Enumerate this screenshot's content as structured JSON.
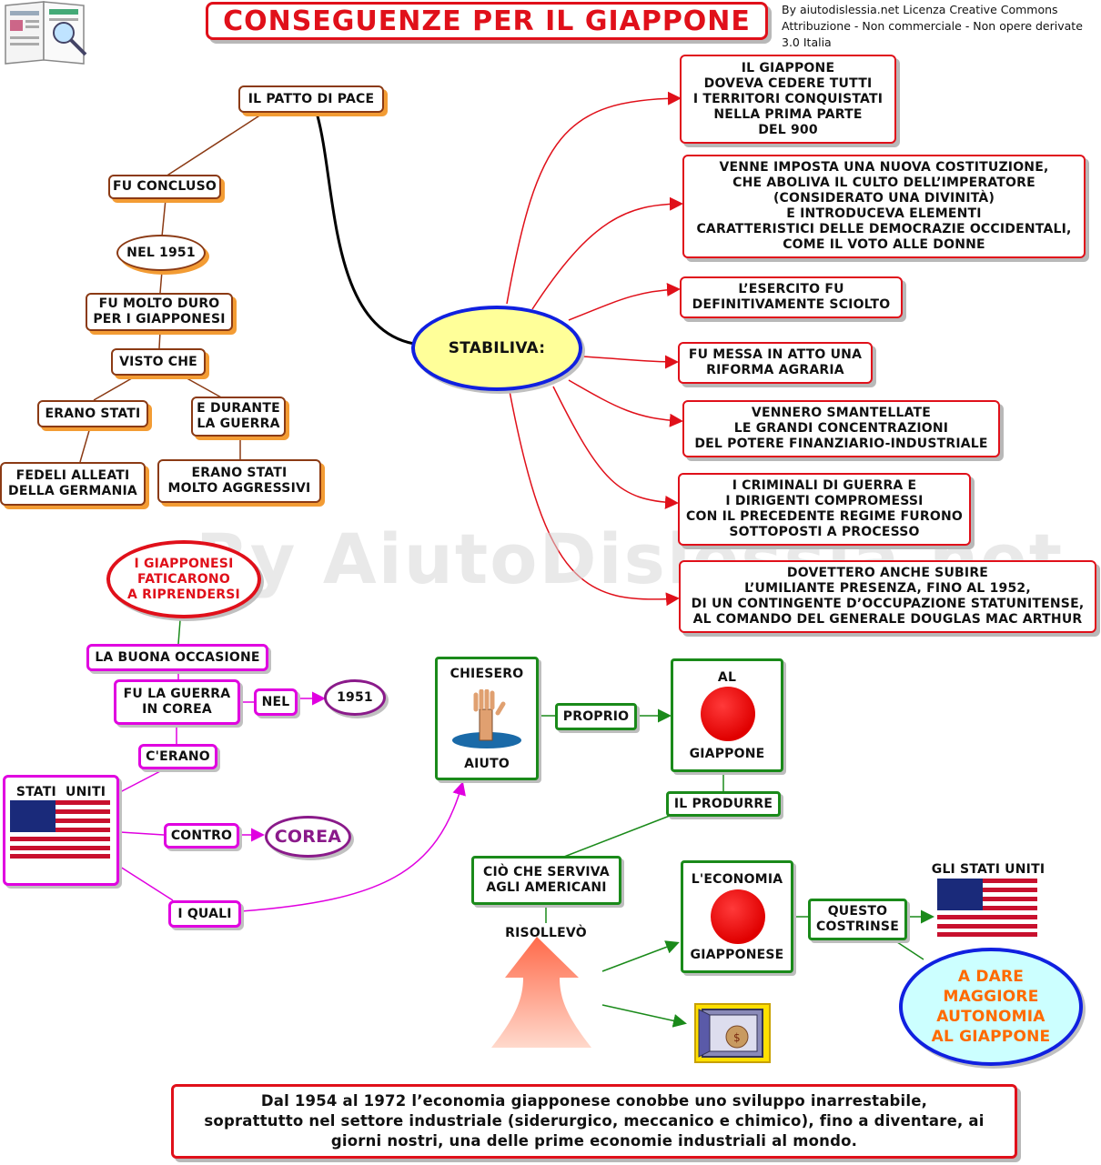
{
  "title": "CONSEGUENZE PER IL GIAPPONE",
  "license": "By aiutodislessia.net Licenza Creative Commons\nAttribuzione - Non commerciale - Non opere derivate\n3.0 Italia",
  "watermark": "By AiutoDislessia.net",
  "left_branch": {
    "patto": "IL PATTO DI PACE",
    "fu_concluso": "FU CONCLUSO",
    "nel_1951": "NEL 1951",
    "fu_duro": "FU MOLTO DURO\nPER I GIAPPONESI",
    "visto_che": "VISTO CHE",
    "erano_stati": "ERANO STATI",
    "durante_guerra": "E DURANTE\nLA GUERRA",
    "fedeli": "FEDELI ALLEATI\nDELLA GERMANIA",
    "aggressivi": "ERANO STATI\nMOLTO AGGRESSIVI"
  },
  "center": {
    "stabiliva": "STABILIVA:"
  },
  "right_items": [
    "IL GIAPPONE\nDOVEVA CEDERE TUTTI\nI TERRITORI CONQUISTATI\nNELLA PRIMA PARTE\nDEL 900",
    "VENNE IMPOSTA UNA NUOVA COSTITUZIONE,\nCHE ABOLIVA IL CULTO DELL’IMPERATORE\n(CONSIDERATO UNA DIVINITÀ)\nE INTRODUCEVA ELEMENTI\nCARATTERISTICI DELLE DEMOCRAZIE OCCIDENTALI,\nCOME IL VOTO ALLE DONNE",
    "L’ESERCITO FU\nDEFINITIVAMENTE SCIOLTO",
    "FU MESSA IN ATTO UNA\nRIFORMA AGRARIA",
    "VENNERO SMANTELLATE\nLE GRANDI CONCENTRAZIONI\nDEL POTERE FINANZIARIO-INDUSTRIALE",
    "I CRIMINALI DI GUERRA E\nI DIRIGENTI COMPROMESSI\nCON IL PRECEDENTE REGIME FURONO\nSOTTOPOSTI A PROCESSO",
    "DOVETTERO ANCHE SUBIRE\nL’UMILIANTE PRESENZA, FINO AL 1952,\nDI UN CONTINGENTE D’OCCUPAZIONE STATUNITENSE,\nAL COMANDO DEL GENERALE DOUGLAS MAC ARTHUR"
  ],
  "lower_left": {
    "faticarono": "I GIAPPONESI\nFATICARONO\nA RIPRENDERSI",
    "buona_occasione": "LA BUONA OCCASIONE",
    "guerra_corea": "FU LA GUERRA\nIN COREA",
    "nel": "NEL",
    "year_1951": "1951",
    "c_erano": "C'ERANO",
    "stati_uniti": "STATI  UNITI",
    "contro": "CONTRO",
    "corea": "COREA",
    "i_quali": "I QUALI"
  },
  "lower_right": {
    "chiesero": "CHIESERO",
    "aiuto": "AIUTO",
    "proprio": "PROPRIO",
    "al": "AL",
    "giappone": "GIAPPONE",
    "il_produrre": "IL PRODURRE",
    "cio_che_serviva": "CIÒ CHE SERVIVA\nAGLI AMERICANI",
    "risollevo": "RISOLLEVÒ",
    "economia": "L'ECONOMIA",
    "giapponese": "GIAPPONESE",
    "questo_costrinse": "QUESTO\nCOSTRINSE",
    "gli_stati_uniti": "GLI STATI UNITI",
    "dare_autonomia": "A DARE\nMAGGIORE\nAUTONOMIA\nAL GIAPPONE"
  },
  "footer": "Dal 1954 al 1972 l’economia giapponese conobbe uno sviluppo inarrestabile,\nsoprattutto nel settore industriale (siderurgico, meccanico e chimico), fino a diventare, ai\ngiorni nostri, una delle prime economie industriali al mondo.",
  "colors": {
    "brown": "#8b3a14",
    "orange_shadow": "#f39c34",
    "red": "#e0101a",
    "magenta": "#e000e0",
    "green": "#1a8a1a",
    "blue_ellipse": "#1020e0",
    "yellow_fill": "#ffff99",
    "purple": "#8a1a8a",
    "orange_text": "#ff6a00"
  }
}
